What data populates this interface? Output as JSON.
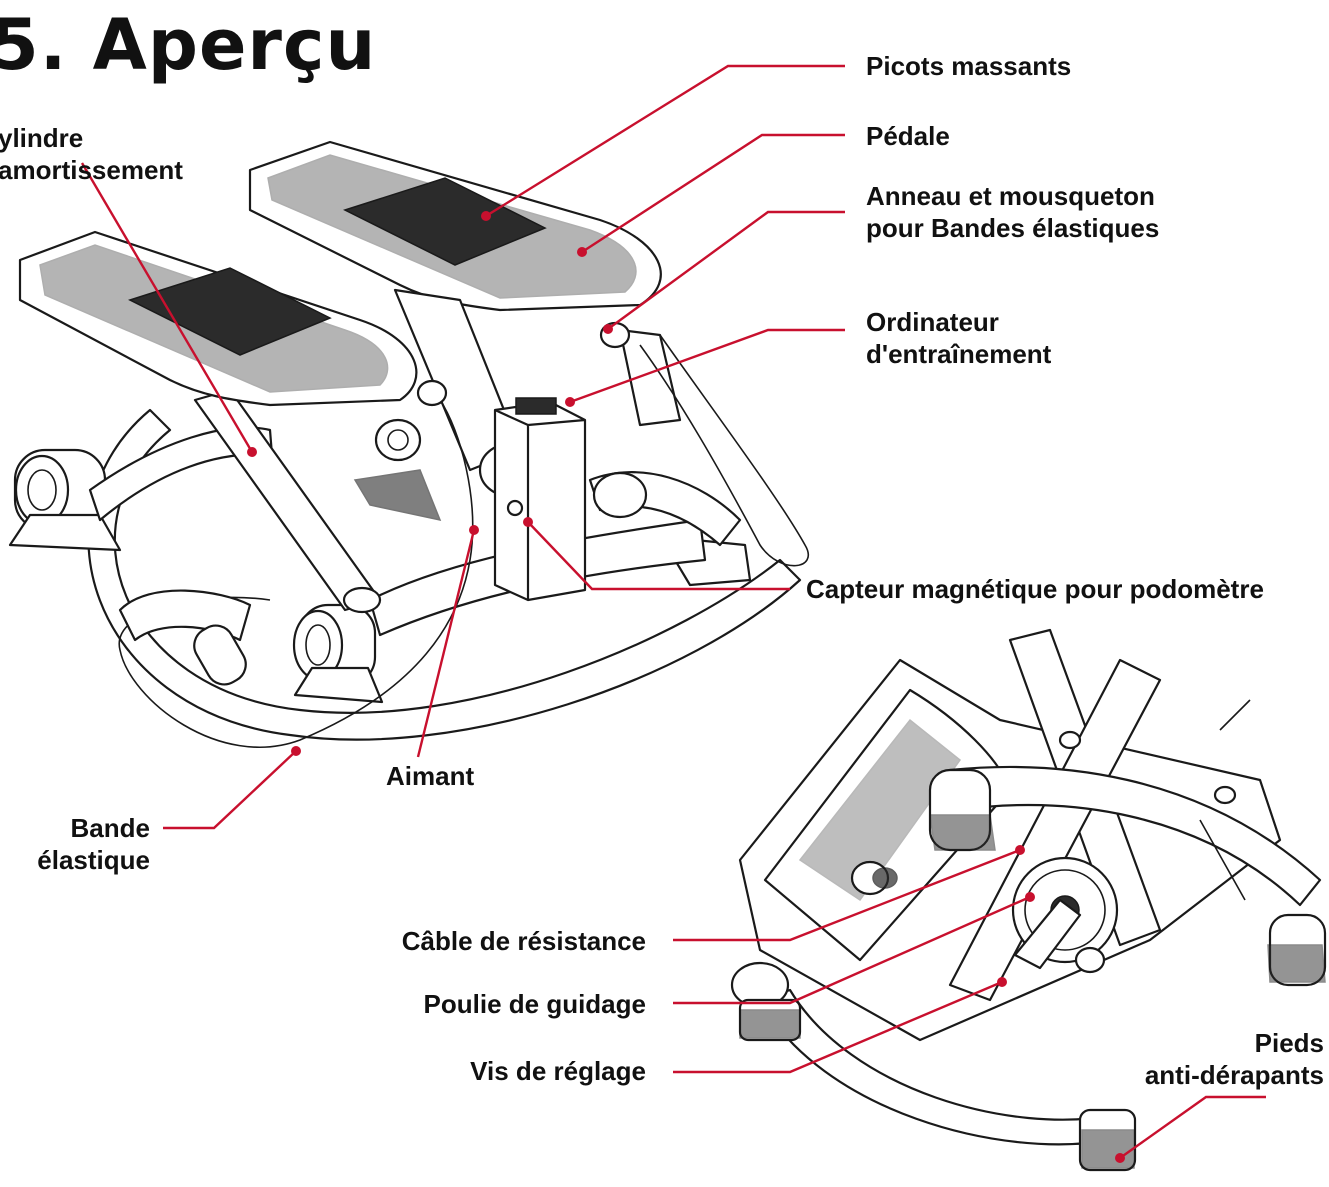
{
  "title": "5. Aperçu",
  "accent_color": "#c8102e",
  "labels": {
    "cylindre": [
      "ylindre",
      "amortissement"
    ],
    "picots": "Picots massants",
    "pedale": "Pédale",
    "anneau": [
      "Anneau et mousqueton",
      "pour Bandes élastiques"
    ],
    "ordinateur": [
      "Ordinateur",
      "d'entraînement"
    ],
    "capteur": "Capteur magnétique pour podomètre",
    "aimant": "Aimant",
    "bande": [
      "Bande",
      "élastique"
    ],
    "cable": "Câble de résistance",
    "poulie": "Poulie de guidage",
    "vis": "Vis de réglage",
    "pieds": [
      "Pieds",
      "anti-dérapants"
    ]
  }
}
